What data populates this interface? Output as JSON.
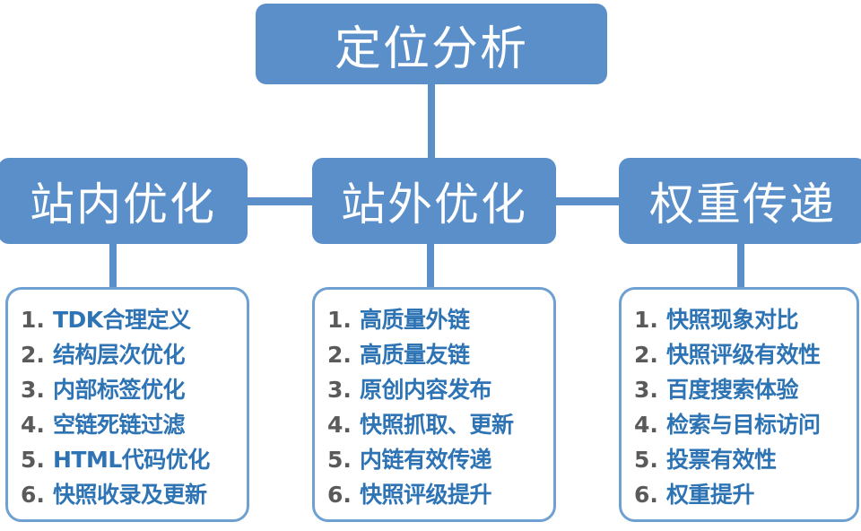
{
  "diagram": {
    "type": "org-tree",
    "title_node": {
      "label": "定位分析"
    },
    "branch_nodes": [
      {
        "label": "站内优化"
      },
      {
        "label": "站外优化"
      },
      {
        "label": "权重传递"
      }
    ],
    "columns": [
      {
        "parent": "站内优化",
        "items": [
          {
            "num": "1.",
            "text": "TDK合理定义"
          },
          {
            "num": "2.",
            "text": "结构层次优化"
          },
          {
            "num": "3.",
            "text": "内部标签优化"
          },
          {
            "num": "4.",
            "text": "空链死链过滤"
          },
          {
            "num": "5.",
            "text": "HTML代码优化"
          },
          {
            "num": "6.",
            "text": "快照收录及更新"
          }
        ]
      },
      {
        "parent": "站外优化",
        "items": [
          {
            "num": "1.",
            "text": "高质量外链"
          },
          {
            "num": "2.",
            "text": "高质量友链"
          },
          {
            "num": "3.",
            "text": "原创内容发布"
          },
          {
            "num": "4.",
            "text": "快照抓取、更新"
          },
          {
            "num": "5.",
            "text": "内链有效传递"
          },
          {
            "num": "6.",
            "text": "快照评级提升"
          }
        ]
      },
      {
        "parent": "权重传递",
        "items": [
          {
            "num": "1.",
            "text": "快照现象对比"
          },
          {
            "num": "2.",
            "text": "快照评级有效性"
          },
          {
            "num": "3.",
            "text": "百度搜索体验"
          },
          {
            "num": "4.",
            "text": "检索与目标访问"
          },
          {
            "num": "5.",
            "text": "投票有效性"
          },
          {
            "num": "6.",
            "text": "权重提升"
          }
        ]
      }
    ],
    "colors": {
      "node_fill": "#5b8fc9",
      "node_text": "#ffffff",
      "connector": "#5b8fc9",
      "panel_border": "#6fa0d2",
      "panel_fill": "#ffffff",
      "item_number": "#5a5a5a",
      "item_text": "#2e74b5",
      "background": "#ffffff"
    }
  }
}
